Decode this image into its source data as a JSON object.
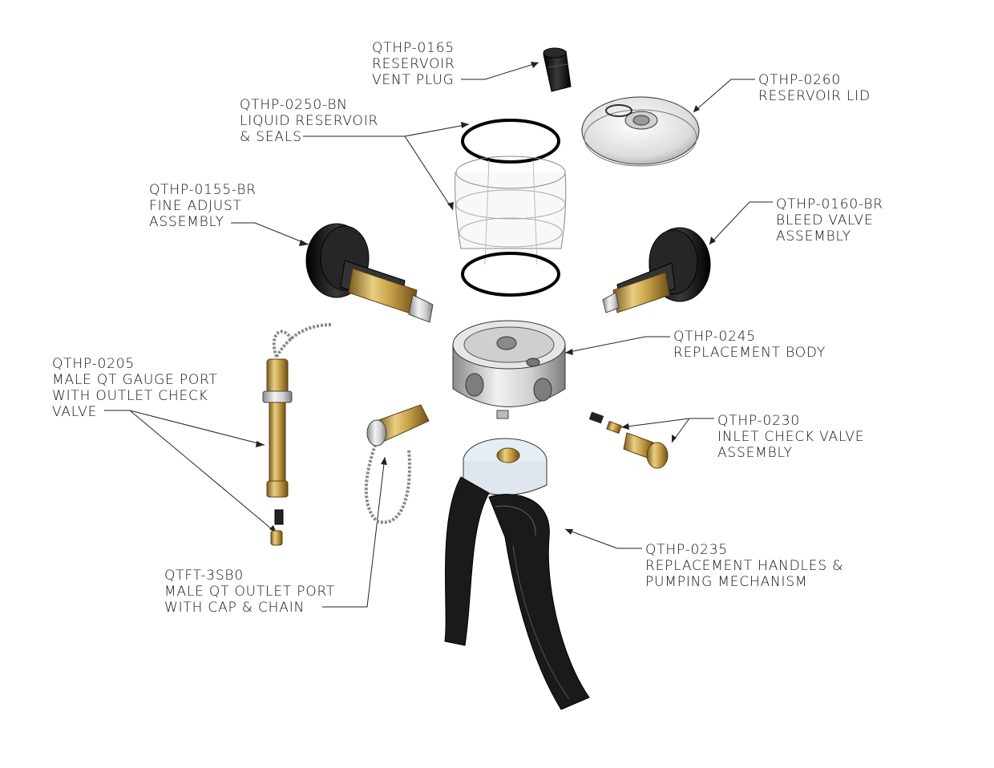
{
  "callouts": {
    "vent_plug": {
      "part": "QTHP-0165",
      "lines": [
        "RESERVOIR",
        "VENT PLUG"
      ]
    },
    "reservoir_lid": {
      "part": "QTHP-0260",
      "lines": [
        "RESERVOIR LID"
      ]
    },
    "liquid_reservoir": {
      "part": "QTHP-0250-BN",
      "lines": [
        "LIQUID RESERVOIR",
        "& SEALS"
      ]
    },
    "fine_adjust": {
      "part": "QTHP-0155-BR",
      "lines": [
        "FINE ADJUST",
        "ASSEMBLY"
      ]
    },
    "bleed_valve": {
      "part": "QTHP-0160-BR",
      "lines": [
        "BLEED VALVE",
        "ASSEMBLY"
      ]
    },
    "replacement_body": {
      "part": "QTHP-0245",
      "lines": [
        "REPLACEMENT BODY"
      ]
    },
    "gauge_port": {
      "part": "QTHP-0205",
      "lines": [
        "MALE QT GAUGE PORT",
        "WITH OUTLET CHECK",
        "VALVE"
      ]
    },
    "inlet_check_valve": {
      "part": "QTHP-0230",
      "lines": [
        "INLET CHECK VALVE",
        "ASSEMBLY"
      ]
    },
    "handles": {
      "part": "QTHP-0235",
      "lines": [
        "REPLACEMENT HANDLES &",
        "PUMPING MECHANISM"
      ]
    },
    "outlet_port": {
      "part": "QTFT-3SB0",
      "lines": [
        "MALE QT OUTLET PORT",
        "WITH CAP  & CHAIN"
      ]
    }
  },
  "colors": {
    "leader": "#222222",
    "brass": "#c9a24a",
    "black_part": "#1a1a1a",
    "silver": "#d9d9d9"
  }
}
